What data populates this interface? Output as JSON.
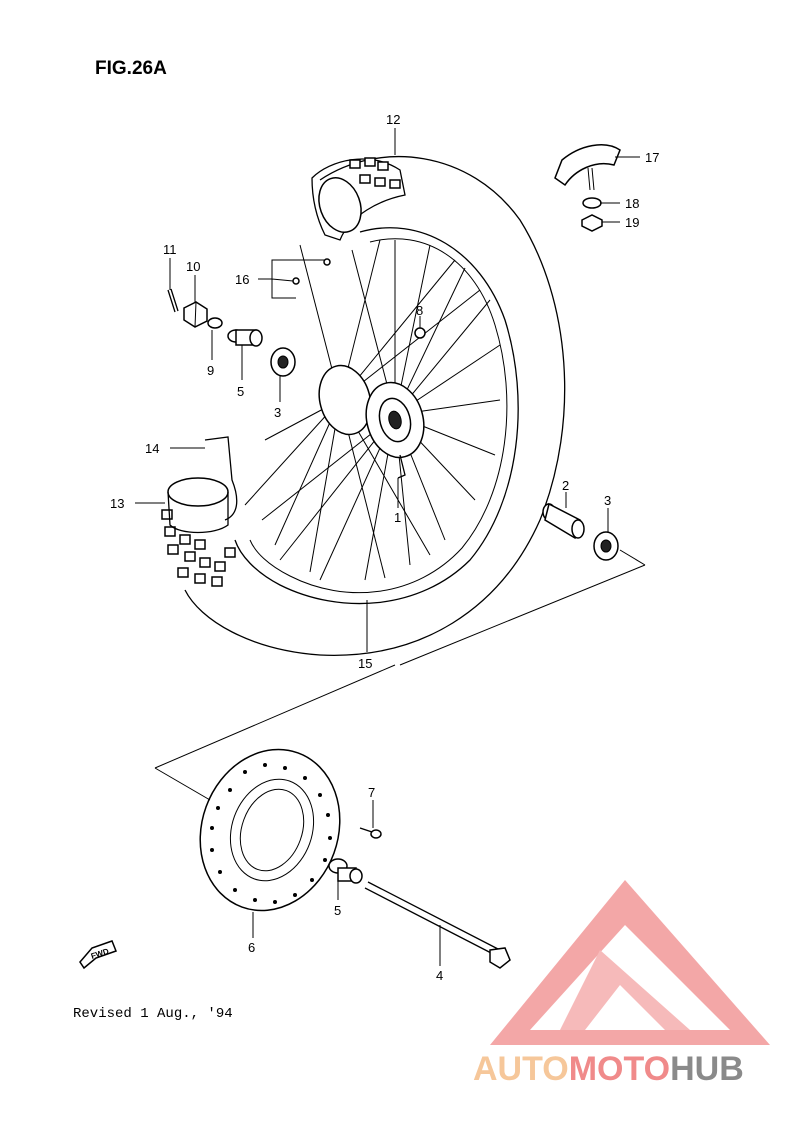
{
  "figure": {
    "title": "FIG.26A",
    "revision": "Revised 1 Aug., '94"
  },
  "labels": {
    "p1": "1",
    "p2": "2",
    "p3a": "3",
    "p3b": "3",
    "p4": "4",
    "p5a": "5",
    "p5b": "5",
    "p6": "6",
    "p7": "7",
    "p8": "8",
    "p9": "9",
    "p10": "10",
    "p11": "11",
    "p12": "12",
    "p13": "13",
    "p14": "14",
    "p15": "15",
    "p16": "16",
    "p17": "17",
    "p18": "18",
    "p19": "19"
  },
  "fwd": "FWD",
  "watermark": {
    "part1": "AUTO",
    "part2": "MOTO",
    "part3": "HUB"
  },
  "colors": {
    "wm_light": "#f6c79a",
    "wm_mid": "#f08a8a",
    "wm_dark": "#8a8a8a"
  }
}
